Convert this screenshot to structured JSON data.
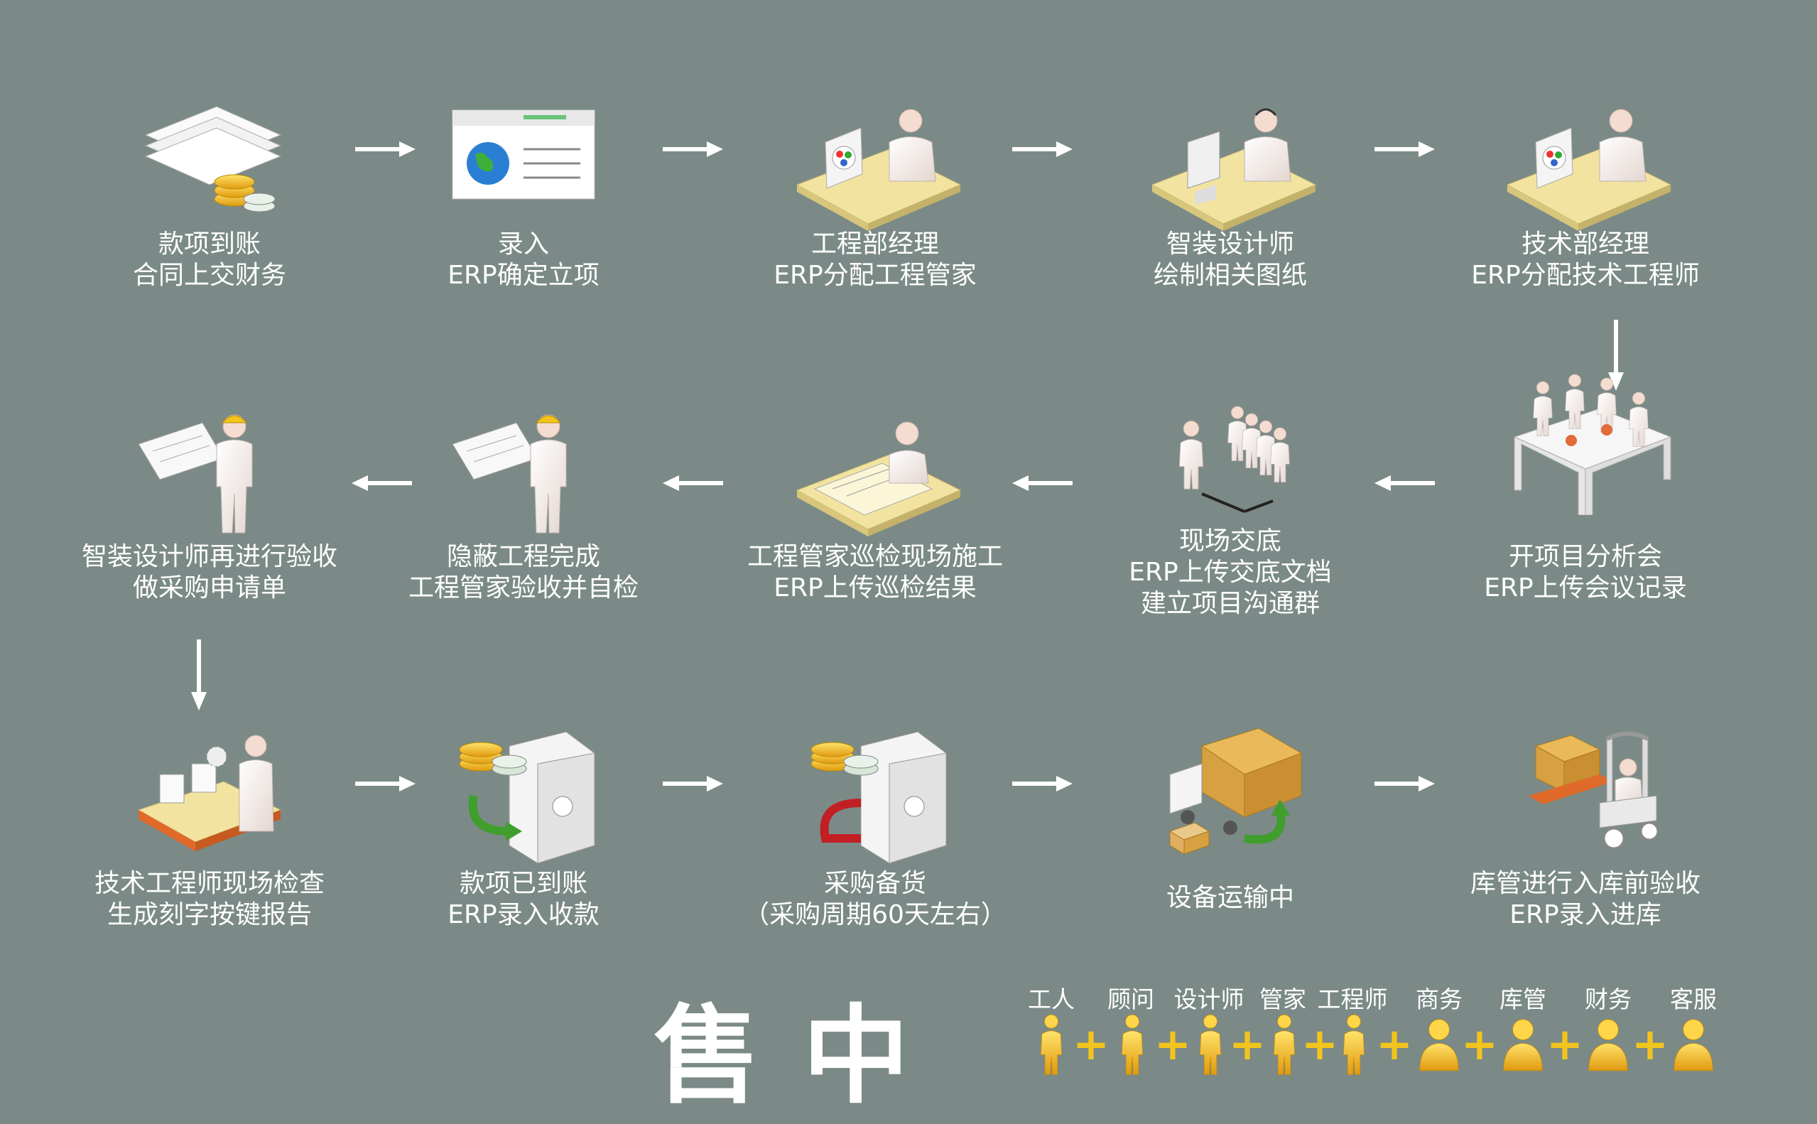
{
  "diagram": {
    "steps": [
      {
        "lines": [
          "款项到账",
          "合同上交财务"
        ],
        "icon": "money-documents-icon"
      },
      {
        "lines": [
          "录入",
          "ERP确定立项"
        ],
        "icon": "web-form-icon"
      },
      {
        "lines": [
          "工程部经理",
          "ERP分配工程管家"
        ],
        "icon": "manager-desk-icon"
      },
      {
        "lines": [
          "智装设计师",
          "绘制相关图纸"
        ],
        "icon": "designer-desk-icon"
      },
      {
        "lines": [
          "技术部经理",
          "ERP分配技术工程师"
        ],
        "icon": "manager-desk-icon"
      },
      {
        "lines": [
          "开项目分析会",
          "ERP上传会议记录"
        ],
        "icon": "meeting-table-icon"
      },
      {
        "lines": [
          "现场交底",
          "ERP上传交底文档",
          "建立项目沟通群"
        ],
        "icon": "group-people-icon"
      },
      {
        "lines": [
          "工程管家巡检现场施工",
          "ERP上传巡检结果"
        ],
        "icon": "blueprint-desk-icon"
      },
      {
        "lines": [
          "隐蔽工程完成",
          "工程管家验收并自检"
        ],
        "icon": "worker-blueprint-icon"
      },
      {
        "lines": [
          "智装设计师再进行验收",
          "做采购申请单"
        ],
        "icon": "worker-blueprint-icon"
      },
      {
        "lines": [
          "技术工程师现场检查",
          "生成刻字按键报告"
        ],
        "icon": "production-line-icon"
      },
      {
        "lines": [
          "款项已到账",
          "ERP录入收款"
        ],
        "icon": "safe-money-in-icon"
      },
      {
        "lines": [
          "采购备货",
          "（采购周期60天左右）"
        ],
        "icon": "safe-money-out-icon"
      },
      {
        "lines": [
          "设备运输中"
        ],
        "icon": "delivery-truck-icon"
      },
      {
        "lines": [
          "库管进行入库前验收",
          "ERP录入进库"
        ],
        "icon": "forklift-icon"
      }
    ]
  },
  "footer": {
    "title": "售中",
    "roles": [
      "工人",
      "顾问",
      "设计师",
      "管家",
      "工程师",
      "商务",
      "库管",
      "财务",
      "客服"
    ],
    "plus": "+",
    "accent_color": "#f2c41d"
  }
}
